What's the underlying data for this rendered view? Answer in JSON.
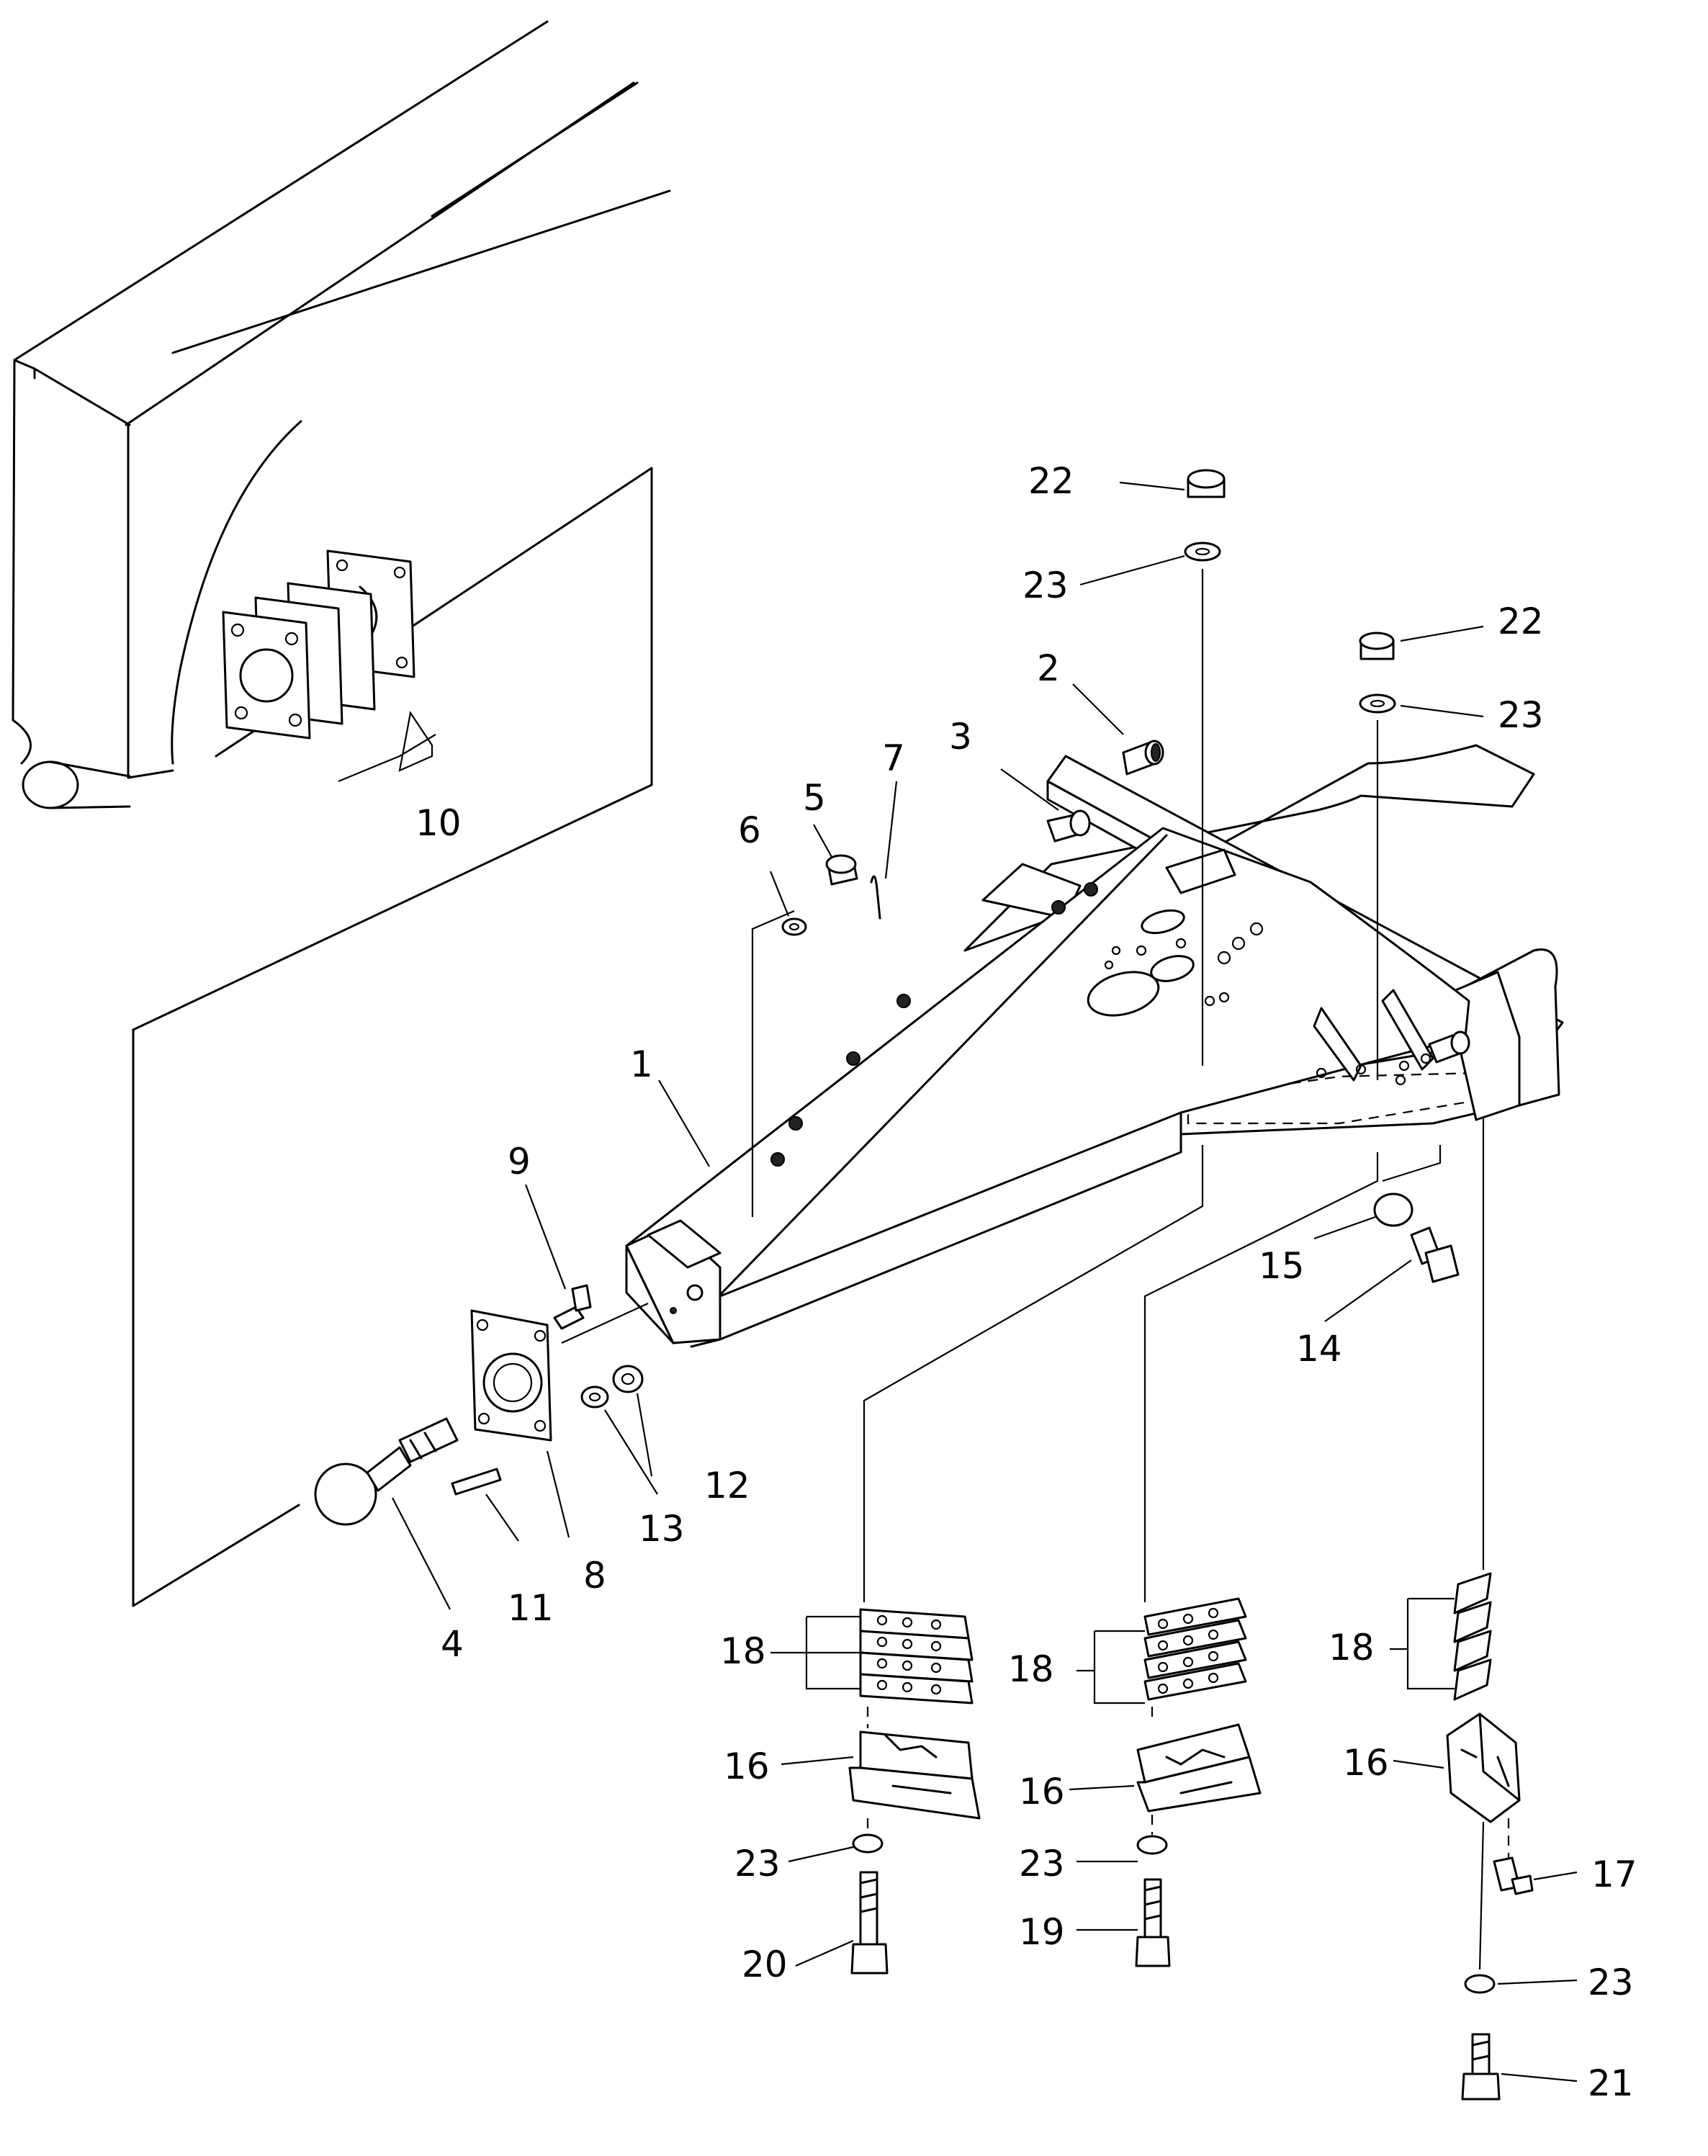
{
  "callouts": [
    {
      "id": "c1",
      "label": "1"
    },
    {
      "id": "c2",
      "label": "2"
    },
    {
      "id": "c3",
      "label": "3"
    },
    {
      "id": "c4",
      "label": "4"
    },
    {
      "id": "c5",
      "label": "5"
    },
    {
      "id": "c6",
      "label": "6"
    },
    {
      "id": "c7",
      "label": "7"
    },
    {
      "id": "c8",
      "label": "8"
    },
    {
      "id": "c9",
      "label": "9"
    },
    {
      "id": "c10",
      "label": "10"
    },
    {
      "id": "c11",
      "label": "11"
    },
    {
      "id": "c12",
      "label": "12"
    },
    {
      "id": "c13",
      "label": "13"
    },
    {
      "id": "c14",
      "label": "14"
    },
    {
      "id": "c15",
      "label": "15"
    },
    {
      "id": "c16a",
      "label": "16"
    },
    {
      "id": "c16b",
      "label": "16"
    },
    {
      "id": "c16c",
      "label": "16"
    },
    {
      "id": "c17",
      "label": "17"
    },
    {
      "id": "c18a",
      "label": "18"
    },
    {
      "id": "c18b",
      "label": "18"
    },
    {
      "id": "c18c",
      "label": "18"
    },
    {
      "id": "c19",
      "label": "19"
    },
    {
      "id": "c20",
      "label": "20"
    },
    {
      "id": "c21",
      "label": "21"
    },
    {
      "id": "c22a",
      "label": "22"
    },
    {
      "id": "c22b",
      "label": "22"
    },
    {
      "id": "c23a",
      "label": "23"
    },
    {
      "id": "c23b",
      "label": "23"
    },
    {
      "id": "c23c",
      "label": "23"
    },
    {
      "id": "c23d",
      "label": "23"
    },
    {
      "id": "c23e",
      "label": "23"
    }
  ]
}
